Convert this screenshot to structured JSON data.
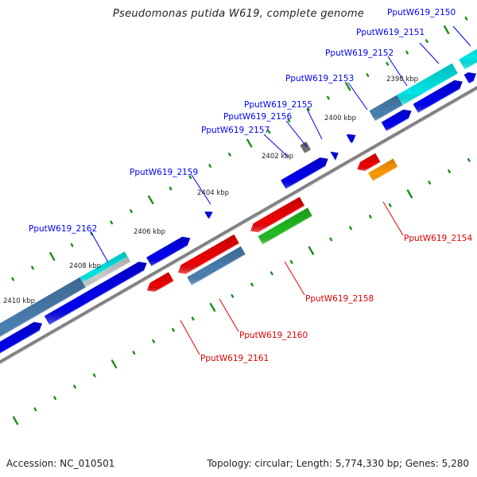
{
  "title": "Pseudomonas putida W619, complete genome",
  "footer": {
    "accession": "Accession: NC_010501",
    "summary": "Topology: circular; Length: 5,774,330 bp; Genes: 5,280"
  },
  "colors": {
    "backbone": "#808080",
    "forward_label": "#0000ff",
    "reverse_label": "#e00000",
    "tick": "#1a8c1a",
    "blue_cds": "#0000ee",
    "cyan_feature": "#00e5e5",
    "steel_feature": "#4a7fb0",
    "red_cds": "#ee0000",
    "green_feature": "#22bb22",
    "orange_feature": "#ff9900",
    "gray_feature": "#707070"
  },
  "kbp_markers": [
    {
      "label": "2398 kbp",
      "kbp": 2398
    },
    {
      "label": "2400 kbp",
      "kbp": 2400
    },
    {
      "label": "2402 kbp",
      "kbp": 2402
    },
    {
      "label": "2404 kbp",
      "kbp": 2404
    },
    {
      "label": "2406 kbp",
      "kbp": 2406
    },
    {
      "label": "2408 kbp",
      "kbp": 2408
    },
    {
      "label": "2410 kbp",
      "kbp": 2410
    }
  ],
  "forward_genes": [
    {
      "label": "PputW619_2150"
    },
    {
      "label": "PputW619_2151"
    },
    {
      "label": "PputW619_2152"
    },
    {
      "label": "PputW619_2153"
    },
    {
      "label": "PputW619_2155"
    },
    {
      "label": "PputW619_2156"
    },
    {
      "label": "PputW619_2157"
    },
    {
      "label": "PputW619_2159"
    },
    {
      "label": "PputW619_2162"
    }
  ],
  "reverse_genes": [
    {
      "label": "PputW619_2154"
    },
    {
      "label": "PputW619_2158"
    },
    {
      "label": "PputW619_2160"
    },
    {
      "label": "PputW619_2161"
    }
  ]
}
